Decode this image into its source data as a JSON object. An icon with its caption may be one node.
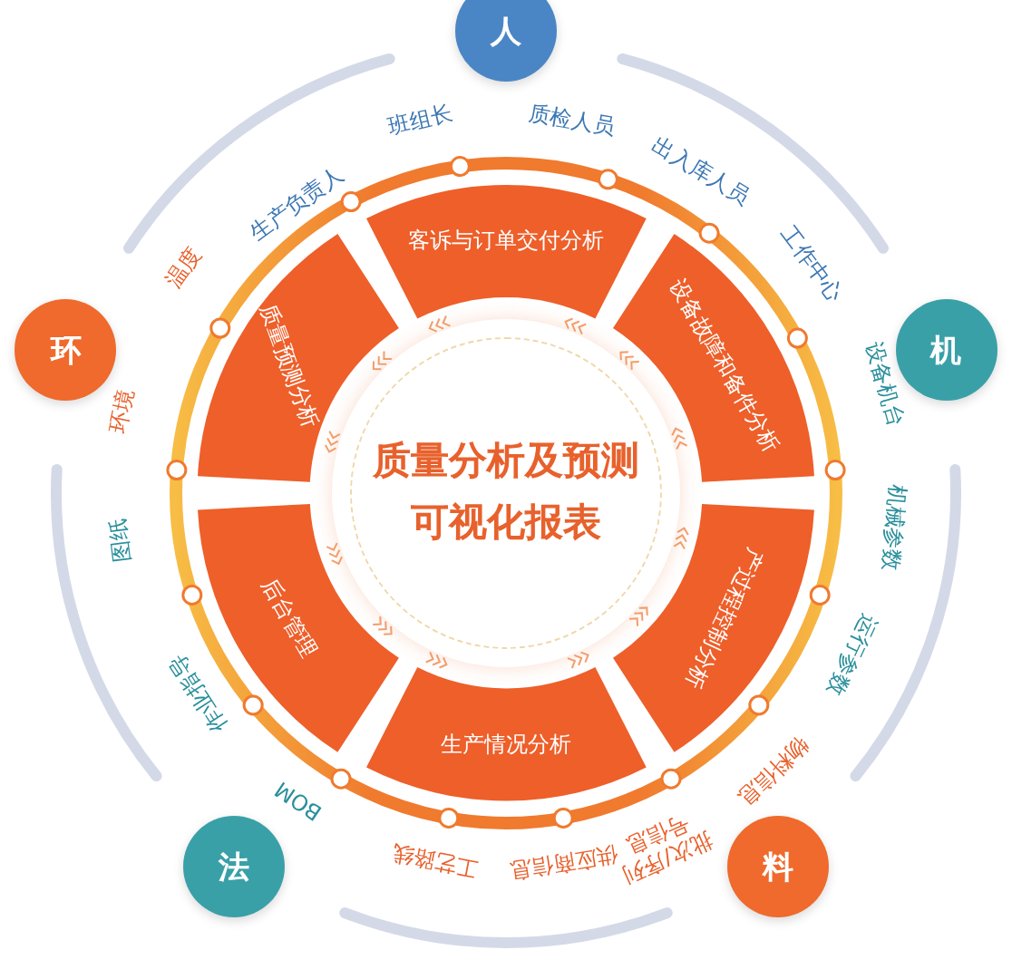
{
  "diagram": {
    "nodes": [
      {
        "text": [
          "质量分析及预测可视化报表"
        ]
      },
      {
        "text": [
          "客诉与订单交付分析"
        ]
      },
      {
        "text": [
          "设备故障和备件分析"
        ]
      },
      {
        "text": [
          "产过程控制分析"
        ]
      },
      {
        "text": [
          "生产情况分析"
        ]
      },
      {
        "text": [
          "后台管理"
        ]
      },
      {
        "text": [
          "质量预测分析"
        ]
      },
      {
        "text": [
          "人"
        ]
      },
      {
        "text": [
          "机"
        ]
      },
      {
        "text": [
          "料"
        ]
      },
      {
        "text": [
          "法"
        ]
      },
      {
        "text": [
          "环"
        ]
      }
    ],
    "labels": [
      "生产负责人",
      "班组长",
      "质检人员",
      "出入库人员",
      "工作中心",
      "设备机台",
      "机械参数",
      "运行参数",
      "物料信息",
      "批次/序列号信息",
      "供应商信息",
      "工艺路线",
      "BOM",
      "作业指导",
      "图纸",
      "环境",
      "温度"
    ]
  }
}
